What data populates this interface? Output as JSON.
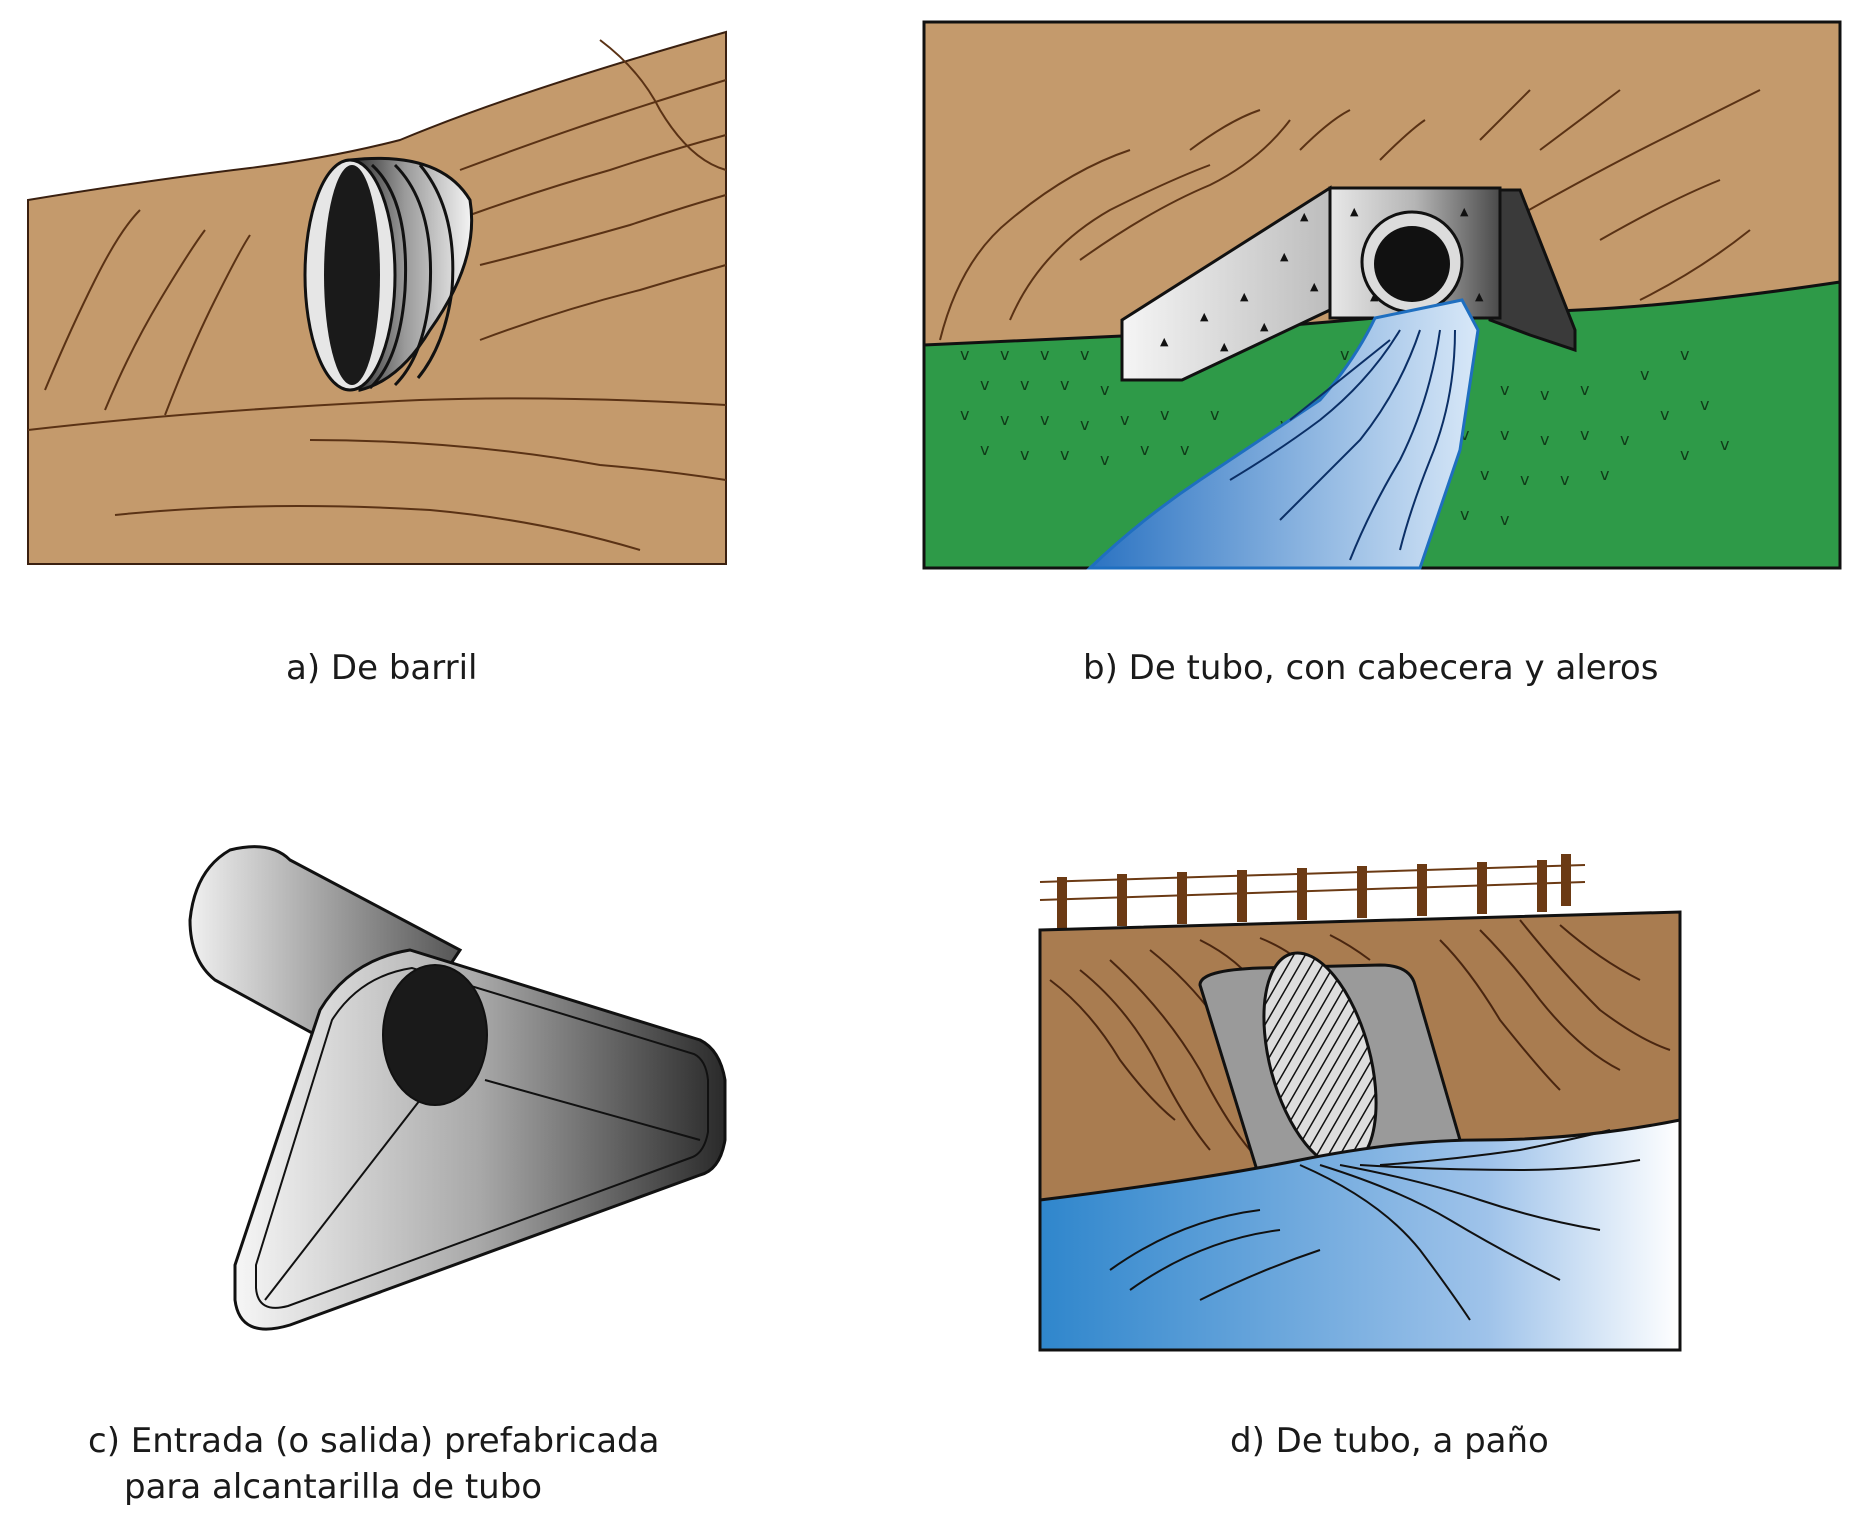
{
  "panels": {
    "a": {
      "caption": "a) De barril"
    },
    "b": {
      "caption": "b) De tubo, con cabecera y aleros"
    },
    "c": {
      "caption_line1": "c) Entrada (o salida) prefabricada",
      "caption_line2": "para alcantarilla de tubo"
    },
    "d": {
      "caption": "d) De tubo, a paño"
    }
  },
  "colors": {
    "soil_light": "#c49a6c",
    "soil_dark": "#a97c50",
    "grass": "#2e9a48",
    "water": "#3c86cc",
    "concrete": "#9a9a9a",
    "outline": "#111111",
    "soil_line": "#5a3215"
  }
}
